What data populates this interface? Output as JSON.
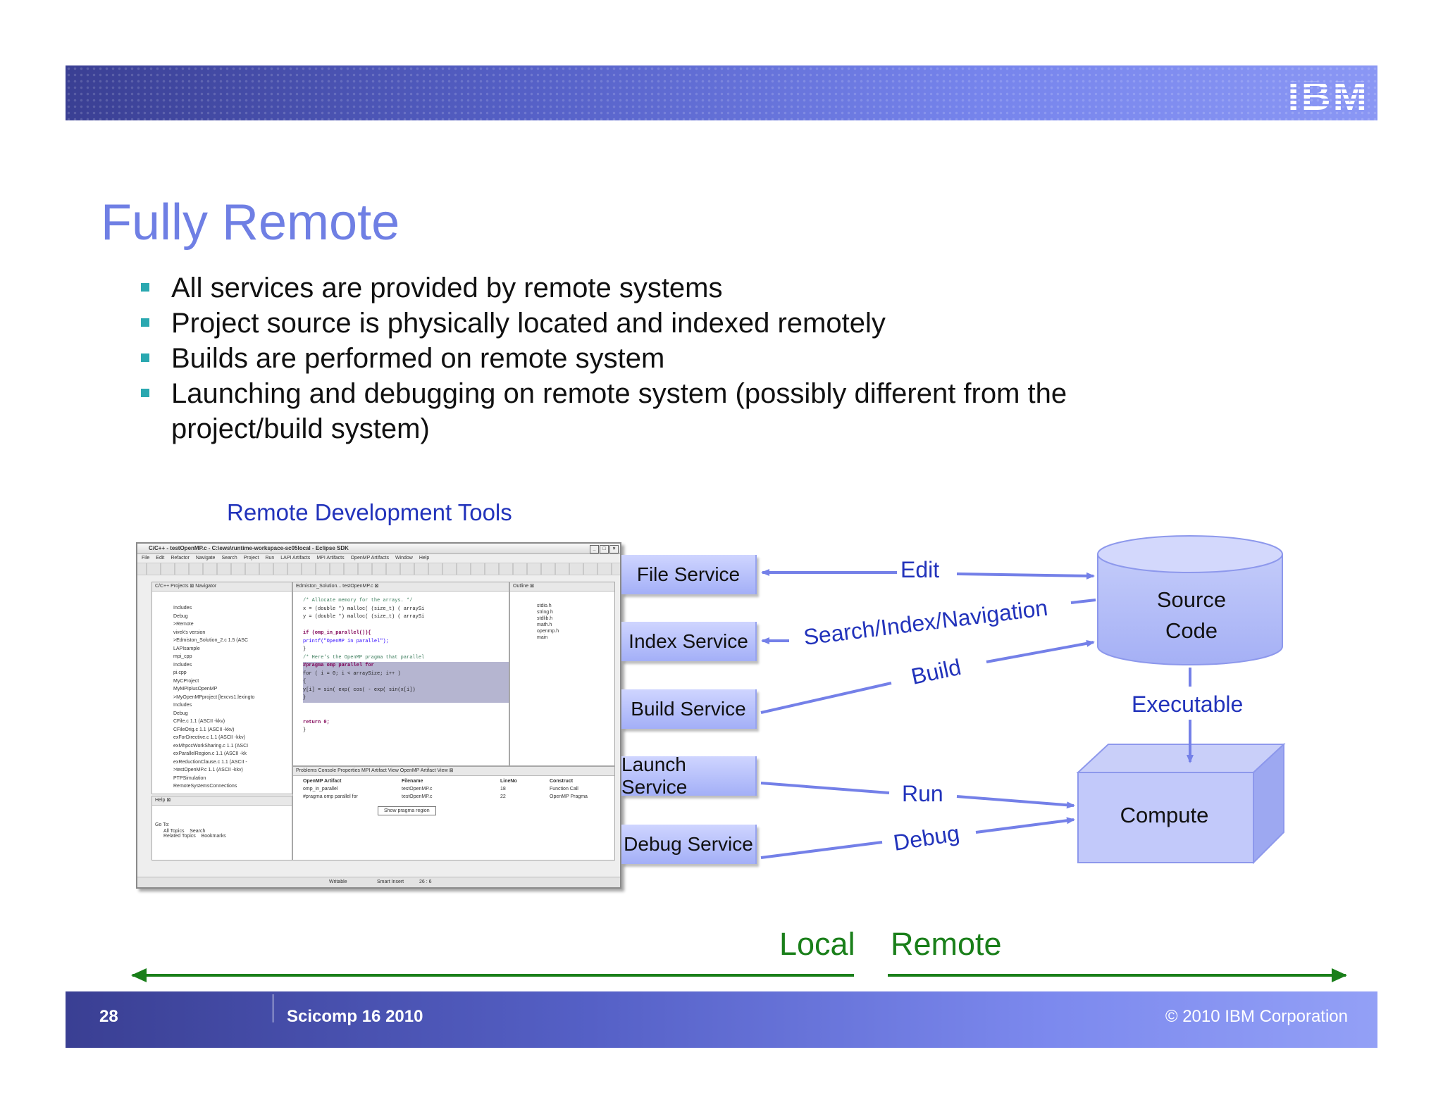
{
  "header": {
    "logo": "IBM"
  },
  "slide": {
    "title": "Fully Remote",
    "bullets": [
      "All services are provided by remote systems",
      "Project source is physically located and indexed remotely",
      "Builds are performed on remote system",
      "Launching and debugging on remote system (possibly different from the project/build system)"
    ]
  },
  "diagram": {
    "tools_label": "Remote  Development Tools",
    "services": [
      "File Service",
      "Index Service",
      "Build Service",
      "Launch Service",
      "Debug Service"
    ],
    "arrows": {
      "edit": "Edit",
      "search": "Search/Index/Navigation",
      "build": "Build",
      "executable": "Executable",
      "run": "Run",
      "debug": "Debug"
    },
    "source_code_line1": "Source",
    "source_code_line2": "Code",
    "compute": "Compute",
    "local": "Local",
    "remote": "Remote",
    "colors": {
      "service_fill": "#a3aff7",
      "arrow": "#7480e8",
      "local_remote": "#1a7f1a",
      "title": "#6f7fe4"
    }
  },
  "ide": {
    "window_title": "C/C++ - testOpenMP.c - C:\\ews\\runtime-workspace-sc05local - Eclipse SDK",
    "menu": [
      "File",
      "Edit",
      "Refactor",
      "Navigate",
      "Search",
      "Project",
      "Run",
      "LAPI Artifacts",
      "MPI Artifacts",
      "OpenMP Artifacts",
      "Window",
      "Help"
    ],
    "projects_tabs": "C/C++ Projects  ⊠   Navigator",
    "tree": [
      "Includes",
      "Debug",
      ">Remote",
      "vivek's version",
      ">Edmiston_Solution_2.c 1.5 (ASC",
      "LAPIsample",
      "mpi_cpp",
      "Includes",
      "pi.cpp",
      "MyCProject",
      "MyMPIplusOpenMP",
      ">MyOpenMPproject [lexcvs1.lexingto",
      "Includes",
      "Debug",
      "CFile.c 1.1 (ASCII -kkv)",
      "CFileOrig.c 1.1 (ASCII -kkv)",
      "exForDirective.c 1.1 (ASCII -kkv)",
      "exMhpccWorkSharing.c 1.1 (ASCI",
      "exParallelRegion.c 1.1 (ASCII -kk",
      "exReductionClause.c 1.1 (ASCII -",
      ">testOpenMP.c 1.1 (ASCII -kkv)",
      "PTPSimulation",
      "RemoteSystemsConnections"
    ],
    "editor_tabs": "Edmiston_Solution...    testOpenMP.c ⊠",
    "code": [
      "/* Allocate memory for the arrays. */",
      "x = (double *) malloc( (size_t) (  arraySi",
      "y = (double *) malloc( (size_t) (  arraySi",
      "",
      "if (omp_in_parallel()){",
      "   printf(\"OpenMP in parallel\");",
      "}",
      "/* Here's the OpenMP pragma that parallel",
      "#pragma omp parallel for",
      "for ( i = 0; i < arraySize; i++ )",
      "{",
      "   y[i] = sin( exp( cos( - exp( sin(x[i])",
      "}",
      "",
      "",
      "return 0;",
      "}"
    ],
    "outline_tab": "Outline ⊠",
    "outline": [
      "stdio.h",
      "string.h",
      "stdlib.h",
      "math.h",
      "openmp.h",
      "main"
    ],
    "bottom_tabs": "Problems   Console   Properties   MPI Artifact View   OpenMP Artifact View ⊠",
    "table_headers": [
      "OpenMP Artifact",
      "Filename",
      "LineNo",
      "Construct"
    ],
    "table_rows": [
      [
        "omp_in_parallel",
        "testOpenMP.c",
        "18",
        "Function Call"
      ],
      [
        "#pragma omp parallel for",
        "testOpenMP.c",
        "22",
        "OpenMP Pragma"
      ]
    ],
    "popup": "Show pragma region",
    "help_tab": "Help ⊠",
    "help_goto": "Go To:",
    "help_links": [
      "All Topics",
      "Search",
      "Related Topics",
      "Bookmarks"
    ],
    "status": [
      "Writable",
      "Smart Insert",
      "26 : 6"
    ]
  },
  "footer": {
    "page": "28",
    "conference": "Scicomp 16 2010",
    "copyright": "© 2010 IBM Corporation"
  }
}
